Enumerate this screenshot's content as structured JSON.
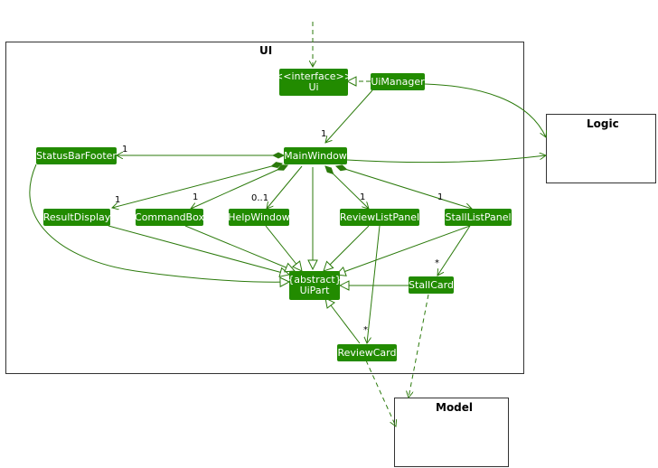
{
  "packages": {
    "ui": "UI",
    "logic": "Logic",
    "model": "Model"
  },
  "classes": {
    "ui_interface": {
      "stereotype": "<<interface>>",
      "name": "Ui"
    },
    "ui_manager": "UiManager",
    "main_window": "MainWindow",
    "status_bar_footer": "StatusBarFooter",
    "result_display": "ResultDisplay",
    "command_box": "CommandBox",
    "help_window": "HelpWindow",
    "review_list_panel": "ReviewListPanel",
    "stall_list_panel": "StallListPanel",
    "ui_part": {
      "stereotype": "{abstract}",
      "name": "UiPart"
    },
    "stall_card": "StallCard",
    "review_card": "ReviewCard"
  },
  "multiplicities": {
    "manager_to_main": "1",
    "to_status_bar": "1",
    "to_result_display": "1",
    "to_command_box": "1",
    "to_help_window": "0..1",
    "to_review_list": "1",
    "to_stall_list": "1",
    "to_stall_card": "*",
    "to_review_card": "*"
  },
  "colors": {
    "class_fill": "#228b00",
    "line": "#2b7a0b",
    "frame": "#333333"
  }
}
